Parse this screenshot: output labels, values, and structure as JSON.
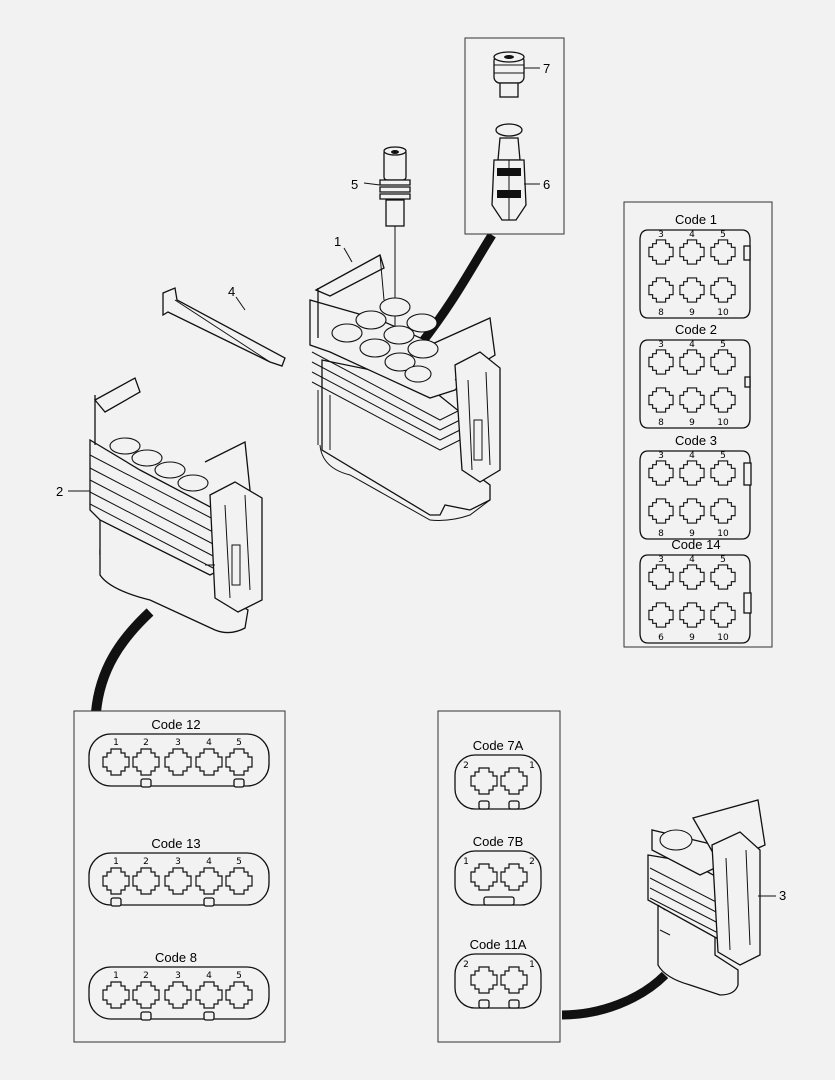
{
  "callouts": [
    "1",
    "2",
    "3",
    "4",
    "5",
    "6",
    "7"
  ],
  "codes_right": [
    {
      "title": "Code 1",
      "top": [
        "3",
        "4",
        "5"
      ],
      "bottom": [
        "8",
        "9",
        "10"
      ]
    },
    {
      "title": "Code 2",
      "top": [
        "3",
        "4",
        "5"
      ],
      "bottom": [
        "8",
        "9",
        "10"
      ]
    },
    {
      "title": "Code 3",
      "top": [
        "3",
        "4",
        "5"
      ],
      "bottom": [
        "8",
        "9",
        "10"
      ]
    },
    {
      "title": "Code 14",
      "top": [
        "3",
        "4",
        "5"
      ],
      "bottom": [
        "6",
        "9",
        "10"
      ]
    }
  ],
  "codes_five": [
    {
      "title": "Code 12",
      "pins": [
        "1",
        "2",
        "3",
        "4",
        "5"
      ]
    },
    {
      "title": "Code 13",
      "pins": [
        "1",
        "2",
        "3",
        "4",
        "5"
      ]
    },
    {
      "title": "Code 8",
      "pins": [
        "1",
        "2",
        "3",
        "4",
        "5"
      ]
    }
  ],
  "codes_two": [
    {
      "title": "Code 7A",
      "pins": [
        "2",
        "1"
      ]
    },
    {
      "title": "Code 7B",
      "pins": [
        "1",
        "2"
      ]
    },
    {
      "title": "Code 11A",
      "pins": [
        "2",
        "1"
      ]
    }
  ]
}
